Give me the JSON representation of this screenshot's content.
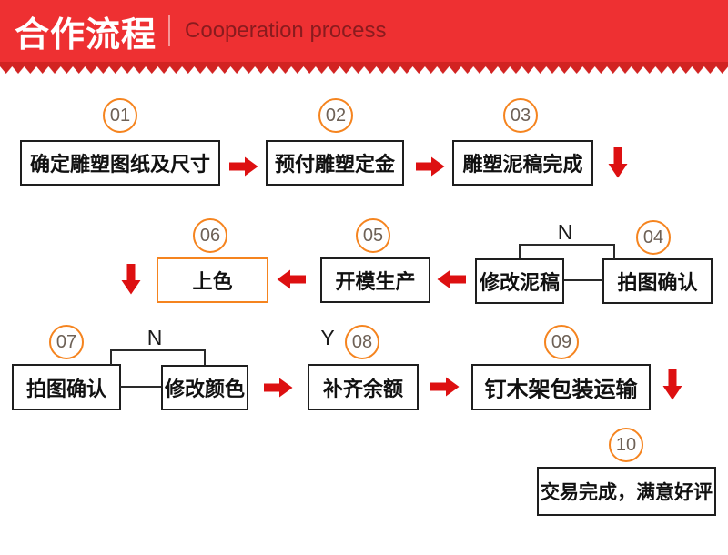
{
  "header": {
    "title_zh": "合作流程",
    "title_en": "Cooperation process"
  },
  "colors": {
    "banner_red": "#ee3032",
    "band_red": "#d22322",
    "arrow_red": "#dd1011",
    "accent_orange": "#f5841f",
    "title_en_red": "#8a1b1e"
  },
  "flow": {
    "steps": [
      {
        "num": "01",
        "label": "确定雕塑图纸及尺寸"
      },
      {
        "num": "02",
        "label": "预付雕塑定金"
      },
      {
        "num": "03",
        "label": "雕塑泥稿完成"
      },
      {
        "num": "04",
        "label": "拍图确认"
      },
      {
        "num": "05",
        "label": "开模生产"
      },
      {
        "num": "06",
        "label": "上色"
      },
      {
        "num": "07",
        "label": "拍图确认"
      },
      {
        "num": "08",
        "label": "补齐余额"
      },
      {
        "num": "09",
        "label": "钉木架包装运输"
      },
      {
        "num": "10",
        "label": "交易完成，满意好评"
      }
    ],
    "rework_clay": {
      "label": "修改泥稿"
    },
    "rework_color": {
      "label": "修改颜色"
    },
    "branch_labels": {
      "clay_no": "N",
      "color_no": "N",
      "color_yes": "Y"
    }
  }
}
